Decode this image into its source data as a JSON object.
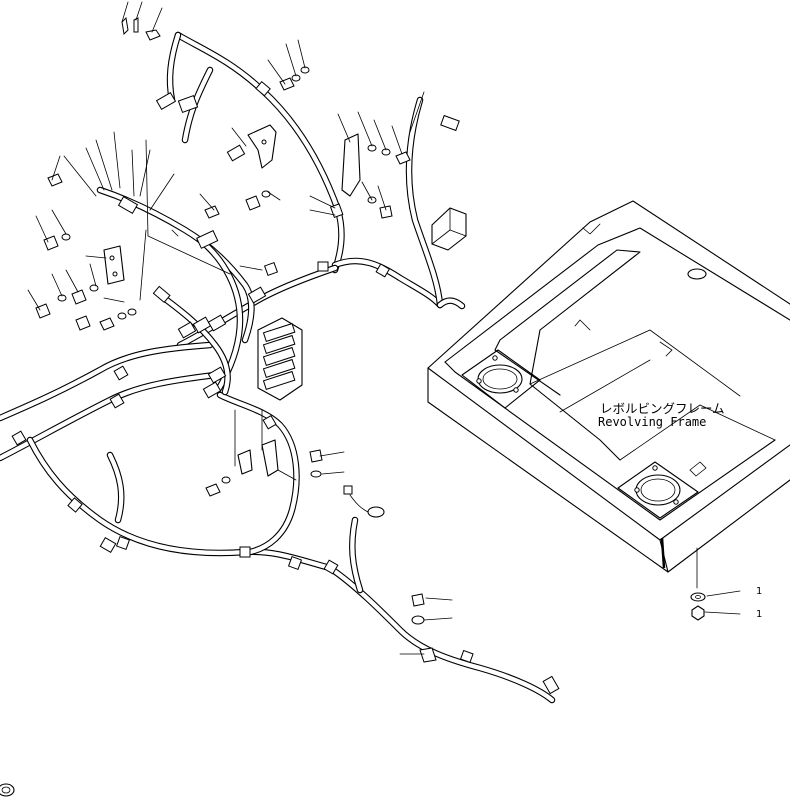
{
  "labels": {
    "frame_jp": "レボルビングフレーム",
    "frame_en": "Revolving Frame",
    "callout_washer": "1",
    "callout_bolt": "1"
  }
}
